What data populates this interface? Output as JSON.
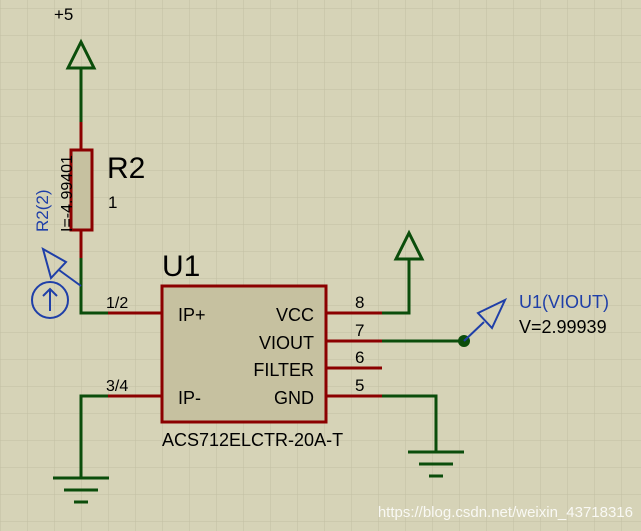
{
  "colors": {
    "background": "#d6d3b7",
    "grid": "#c2bfa3",
    "wire": "#0b4d0b",
    "pin": "#8b0000",
    "body_fill": "#c6c1a0",
    "text": "#000000",
    "probe": "#1f3fa8"
  },
  "power": {
    "label": "+5"
  },
  "resistor": {
    "ref": "R2",
    "value": "1",
    "probe_label": "R2(2)",
    "probe_reading": "I=-4.99401",
    "icon": "ammeter-probe-icon"
  },
  "chip": {
    "ref": "U1",
    "part_number": "ACS712ELCTR-20A-T",
    "left_pins": [
      {
        "number": "1/2",
        "name": "IP+"
      },
      {
        "number": "3/4",
        "name": "IP-"
      }
    ],
    "right_pins": [
      {
        "number": "8",
        "name": "VCC"
      },
      {
        "number": "7",
        "name": "VIOUT"
      },
      {
        "number": "6",
        "name": "FILTER"
      },
      {
        "number": "5",
        "name": "GND"
      }
    ]
  },
  "voltage_probe": {
    "label": "U1(VIOUT)",
    "reading": "V=2.99939",
    "icon": "voltage-probe-icon"
  },
  "watermark": "https://blog.csdn.net/weixin_43718316"
}
